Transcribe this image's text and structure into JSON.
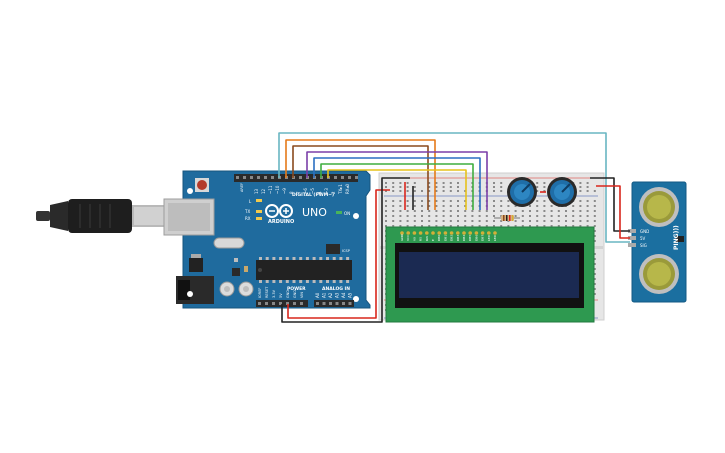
{
  "arduino": {
    "brand": "ARDUINO",
    "model": "UNO",
    "reset_label": "RESET",
    "aref_label": "AREF",
    "gnd_label": "GND",
    "digital_header_label": "DIGITAL (PWM~)",
    "power_label": "POWER",
    "analog_label": "ANALOG IN",
    "ioref_label": "IOREF",
    "vin_label": "VIN",
    "tx_label": "TX",
    "rx_label": "RX",
    "l_label": "L",
    "on_label": "ON",
    "icsp_label": "ICSP",
    "digital_pins": [
      "13",
      "12",
      "~11",
      "~10",
      "~9",
      "8",
      "7",
      "~6",
      "~5",
      "4",
      "~3",
      "2",
      "TX▸1",
      "RX◂0"
    ],
    "power_pins": [
      "IOREF",
      "RESET",
      "3.3V",
      "5V",
      "GND",
      "GND",
      "VIN"
    ],
    "analog_pins": [
      "A0",
      "A1",
      "A2",
      "A3",
      "A4",
      "A5"
    ]
  },
  "lcd": {
    "pin_labels": [
      "GND",
      "VCC",
      "V0",
      "RS",
      "RW",
      "E",
      "DB0",
      "DB1",
      "DB2",
      "DB3",
      "DB4",
      "DB5",
      "DB6",
      "DB7",
      "LED",
      "LED"
    ]
  },
  "sensor": {
    "name": "PING))) ",
    "pins": [
      "GND",
      "5V",
      "SIG"
    ]
  },
  "colors": {
    "board": "#1f6b9e",
    "breadboard": "#e6e6e6",
    "lcd_pcb": "#2e9950",
    "lcd_screen": "#1b2a52",
    "sensor_pcb": "#1b6fa0",
    "wire_cyan": "#69b6c2",
    "wire_orange": "#e57a19",
    "wire_brown": "#8a4a1d",
    "wire_purple": "#7b3fa8",
    "wire_green": "#3fae3f",
    "wire_yellow": "#e6c21c",
    "wire_red": "#d9261c",
    "wire_black": "#222222"
  }
}
